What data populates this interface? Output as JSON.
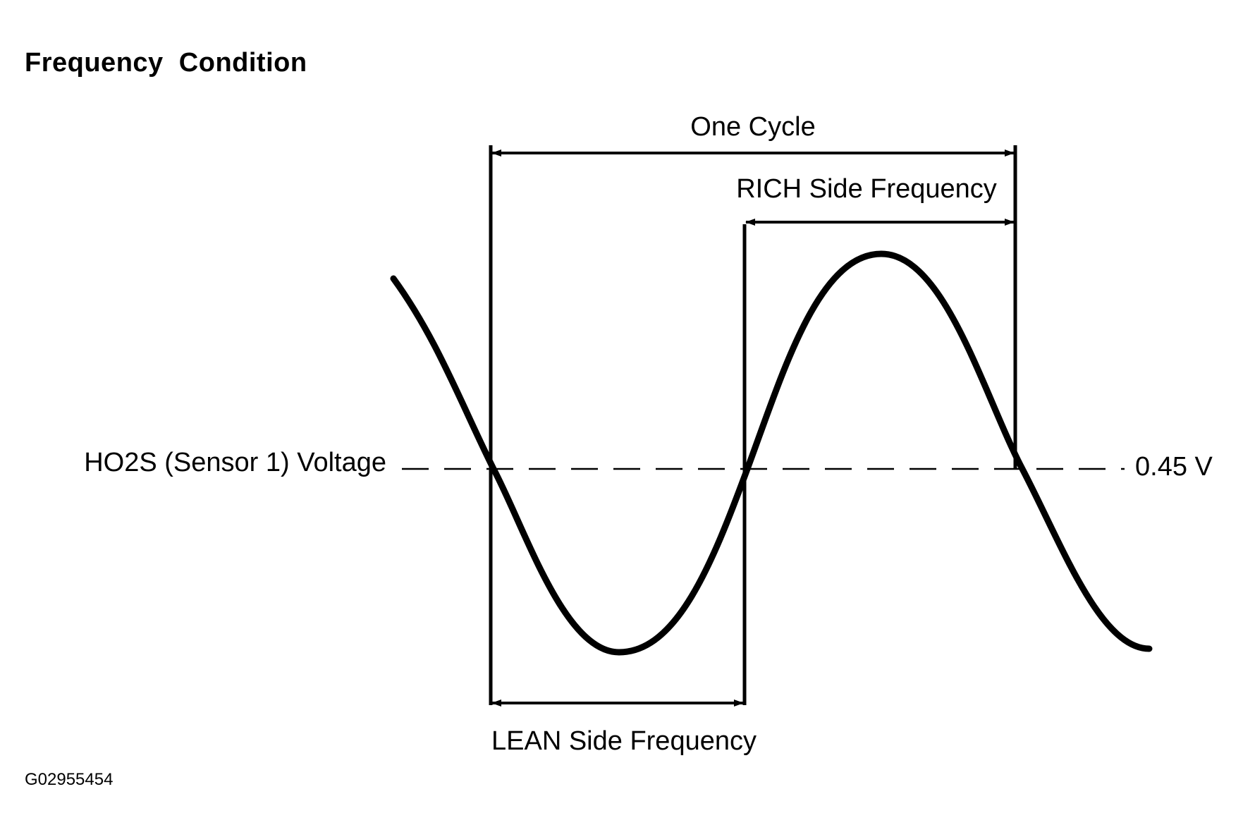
{
  "title": "Frequency  Condition",
  "figure_id": "G02955454",
  "labels": {
    "one_cycle": "One Cycle",
    "rich_side_frequency": "RICH Side Frequency",
    "lean_side_frequency": "LEAN Side Frequency",
    "sensor_voltage": "HO2S (Sensor 1) Voltage",
    "threshold_voltage": "0.45 V"
  },
  "colors": {
    "ink": "#000000",
    "background": "#ffffff"
  }
}
